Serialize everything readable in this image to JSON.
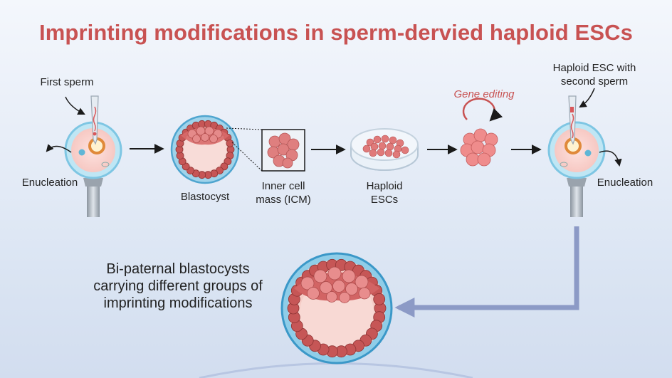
{
  "title": "Imprinting modifications in sperm-dervied haploid ESCs",
  "labels": {
    "first_sperm": "First sperm",
    "enucleation_left": "Enucleation",
    "blastocyst": "Blastocyst",
    "icm_line1": "Inner cell",
    "icm_line2": "mass (ICM)",
    "haploid_line1": "Haploid",
    "haploid_line2": "ESCs",
    "gene_editing": "Gene editing",
    "second_line1": "Haploid ESC with",
    "second_line2": "second sperm",
    "enucleation_right": "Enucleation"
  },
  "summary": {
    "line1": "Bi-paternal blastocysts",
    "line2": "carrying different groups of",
    "line3": "imprinting modifications"
  },
  "colors": {
    "title": "#c85252",
    "gene_editing": "#c85252",
    "arrow": "#1a1a1a",
    "return_arrow": "#8c9ac6",
    "cell": "#d96b6b",
    "zona": "#7ec6e3"
  },
  "icons": [
    "oocyte-icon",
    "pipette-icon",
    "holding-pipette-icon",
    "blastocyst-icon",
    "icm-cluster-icon",
    "petri-dish-icon",
    "circular-arrow-icon",
    "large-blastocyst-icon"
  ]
}
